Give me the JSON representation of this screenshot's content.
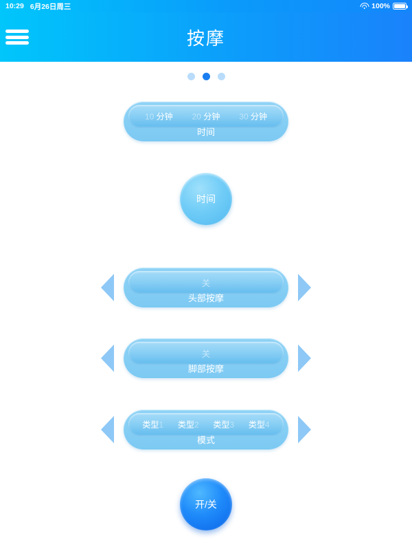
{
  "status_bar": {
    "time": "10:29",
    "date": "6月26日周三",
    "wifi_icon": "wifi-icon",
    "battery_percent": "100%",
    "battery_icon": "battery-icon"
  },
  "header": {
    "menu_icon": "hamburger-menu-icon",
    "title": "按摩"
  },
  "pagination": {
    "dots": [
      {
        "active": false
      },
      {
        "active": true
      },
      {
        "active": false
      }
    ]
  },
  "time_bar": {
    "options": [
      {
        "num": "10",
        "unit": "分钟"
      },
      {
        "num": "20",
        "unit": "分钟"
      },
      {
        "num": "30",
        "unit": "分钟"
      }
    ],
    "label": "时间"
  },
  "time_circle": {
    "label": "时间"
  },
  "controls": [
    {
      "name": "head-massage",
      "left_arrow_icon": "arrow-left-icon",
      "right_arrow_icon": "arrow-right-icon",
      "value": "关",
      "label": "头部按摩"
    },
    {
      "name": "foot-massage",
      "left_arrow_icon": "arrow-left-icon",
      "right_arrow_icon": "arrow-right-icon",
      "value": "关",
      "label": "脚部按摩"
    }
  ],
  "mode_row": {
    "left_arrow_icon": "arrow-left-icon",
    "right_arrow_icon": "arrow-right-icon",
    "options": [
      {
        "name": "类型",
        "num": "1"
      },
      {
        "name": "类型",
        "num": "2"
      },
      {
        "name": "类型",
        "num": "3"
      },
      {
        "name": "类型",
        "num": "4"
      }
    ],
    "label": "模式"
  },
  "power_button": {
    "label": "开/关"
  },
  "colors": {
    "header_gradient_start": "#00c6fb",
    "header_gradient_end": "#1a82fb",
    "pill_base": "#8fd3f6",
    "pill_inner_top": "#a7dcf8",
    "pill_inner_bottom": "#65bdee",
    "arrow": "#8ec8f6",
    "dot_inactive": "#b9dcfa",
    "dot_active": "#1a7ef0",
    "power_button": "#1f8bfa",
    "page_background": "#ffffff"
  }
}
